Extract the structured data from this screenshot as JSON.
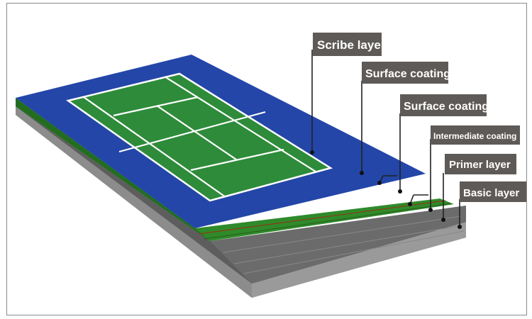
{
  "diagram": {
    "labels": {
      "scribe_layer": "Scribe layer",
      "surface_coating_1": "Surface coating",
      "surface_coating_2": "Surface coating",
      "intermediate_coating": "Intermediate coating",
      "primer_layer": "Primer layer",
      "basic_layer": "Basic layer"
    },
    "colors": {
      "court_blue": "#2346a8",
      "court_green": "#2e8b3a",
      "court_lines": "#ffffff",
      "green_layer": "#2f8a2a",
      "gray_layer": "#6f6f6f",
      "label_bg": "#5e5a57",
      "leader_line": "#222222"
    }
  }
}
